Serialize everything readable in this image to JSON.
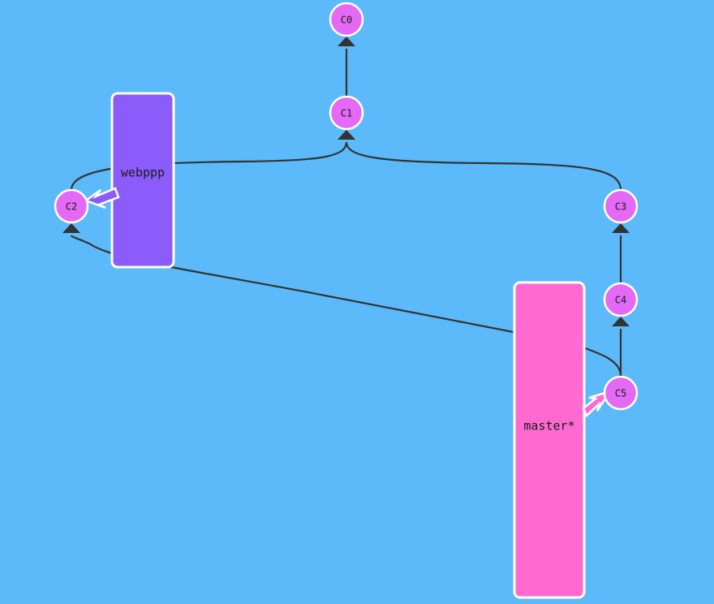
{
  "colors": {
    "background": "#5cbafb",
    "commit": "#e46af5",
    "commit_stroke": "#ffffff",
    "edge": "#333333",
    "webppp_branch": "#8c5cfb",
    "master_branch": "#ff6ad1"
  },
  "commits": [
    {
      "id": "c0",
      "label": "C0"
    },
    {
      "id": "c1",
      "label": "C1"
    },
    {
      "id": "c2",
      "label": "C2"
    },
    {
      "id": "c3",
      "label": "C3"
    },
    {
      "id": "c4",
      "label": "C4"
    },
    {
      "id": "c5",
      "label": "C5"
    }
  ],
  "edges": [
    {
      "from": "c1",
      "to": "c0"
    },
    {
      "from": "c2",
      "to": "c1"
    },
    {
      "from": "c3",
      "to": "c1"
    },
    {
      "from": "c4",
      "to": "c3"
    },
    {
      "from": "c5",
      "to": "c4"
    },
    {
      "from": "c5",
      "to": "c2"
    }
  ],
  "branches": [
    {
      "id": "webppp",
      "label": "webppp",
      "target": "c2"
    },
    {
      "id": "master",
      "label": "master*",
      "target": "c5"
    }
  ]
}
